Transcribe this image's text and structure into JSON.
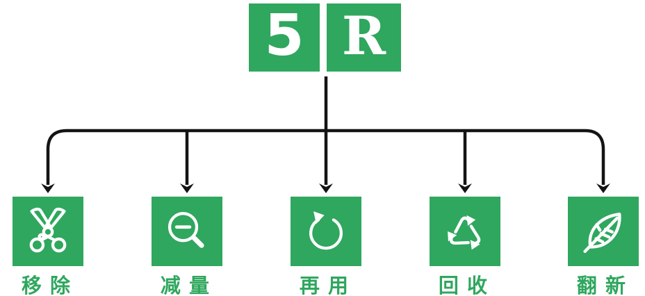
{
  "title": {
    "blocks": [
      {
        "label": "5"
      },
      {
        "label": "R"
      }
    ],
    "meaning": "5R"
  },
  "colors": {
    "green": "#2fa75e",
    "line": "#141414",
    "icon_stroke": "#ffffff",
    "background": "#ffffff"
  },
  "items": [
    {
      "label": "移除",
      "icon": "scissors-icon"
    },
    {
      "label": "减量",
      "icon": "magnifier-minus-icon"
    },
    {
      "label": "再用",
      "icon": "circular-arrow-icon"
    },
    {
      "label": "回收",
      "icon": "recycle-icon"
    },
    {
      "label": "翻新",
      "icon": "leaf-icon"
    }
  ]
}
